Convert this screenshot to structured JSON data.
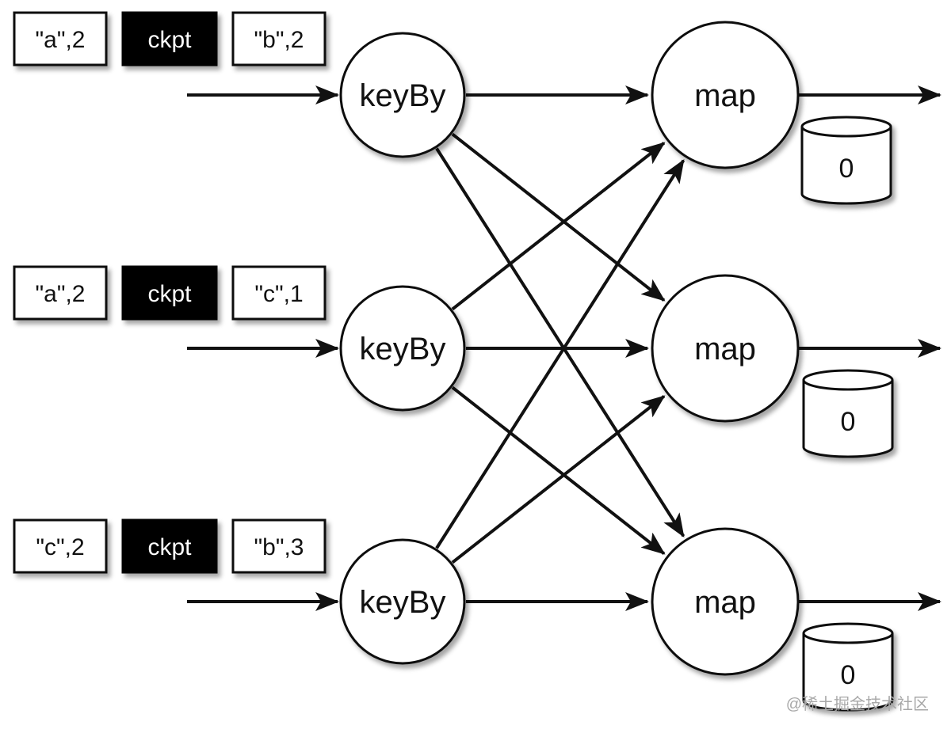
{
  "streams": [
    {
      "records": [
        "\"a\",2",
        "ckpt",
        "\"b\",2"
      ]
    },
    {
      "records": [
        "\"a\",2",
        "ckpt",
        "\"c\",1"
      ]
    },
    {
      "records": [
        "\"c\",2",
        "ckpt",
        "\"b\",3"
      ]
    }
  ],
  "sources": [
    {
      "label": "keyBy"
    },
    {
      "label": "keyBy"
    },
    {
      "label": "keyBy"
    }
  ],
  "sinks": [
    {
      "label": "map",
      "state": "0"
    },
    {
      "label": "map",
      "state": "0"
    },
    {
      "label": "map",
      "state": "0"
    }
  ],
  "colors": {
    "ink": "#111111",
    "ckpt_fill": "#000000",
    "node_fill": "#ffffff"
  },
  "watermark": "@稀土掘金技术社区"
}
